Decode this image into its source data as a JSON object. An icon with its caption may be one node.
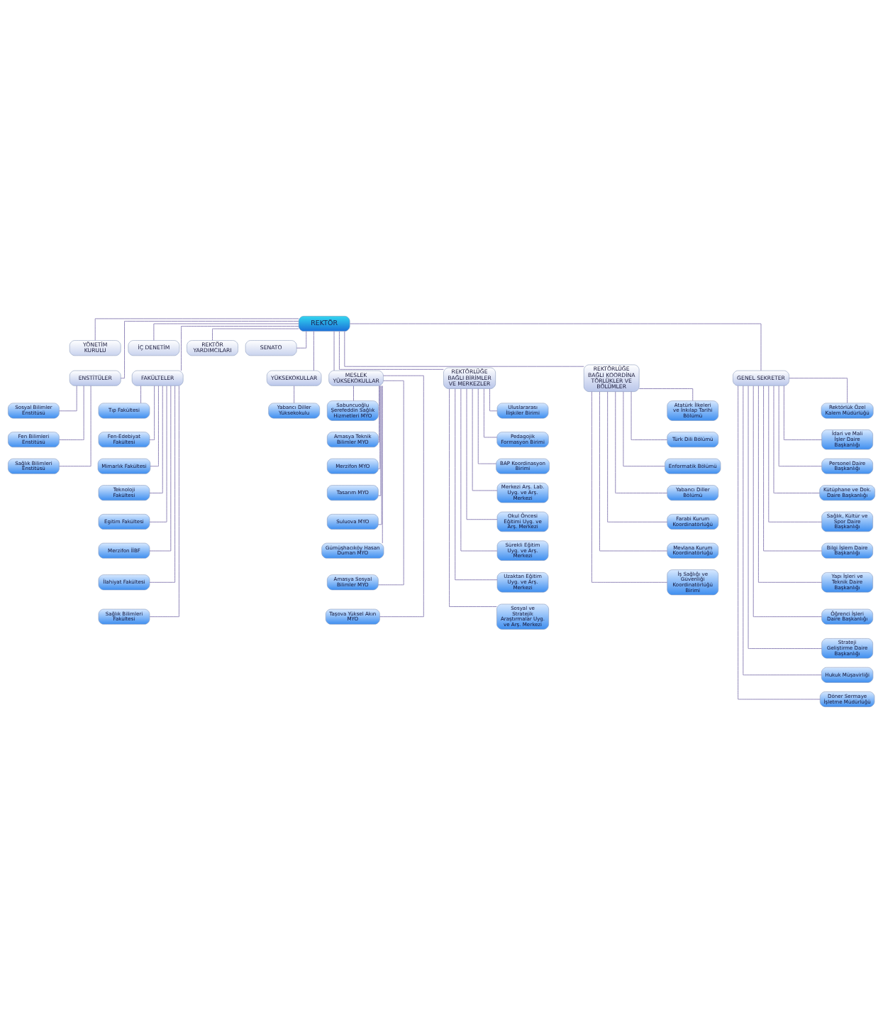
{
  "diagram": {
    "nodes": [
      {
        "text": [
          "REKTÖR"
        ]
      },
      {
        "text": [
          "YÖNETİM KURULU"
        ]
      },
      {
        "text": [
          "İÇ DENETİM"
        ]
      },
      {
        "text": [
          "REKTÖR YARDIMCILARI"
        ]
      },
      {
        "text": [
          "SENATO"
        ]
      },
      {
        "text": [
          "ENSTİTÜLER"
        ]
      },
      {
        "text": [
          "FAKÜLTELER"
        ]
      },
      {
        "text": [
          "YÜKSEKOKULLAR"
        ]
      },
      {
        "text": [
          "MESLEK YÜKSEKOKULLAR"
        ]
      },
      {
        "text": [
          "REKTÖRLÜĞE BAĞLI BİRİMLER VE MERKEZLER"
        ]
      },
      {
        "text": [
          "REKTÖRLÜĞE BAĞLI KOORDİNATÖRLÜKLER VE BÖLÜMLER"
        ]
      },
      {
        "text": [
          "GENEL SEKRETER"
        ]
      },
      {
        "text": [
          "Sosyal Bilimler Enstitüsü"
        ]
      },
      {
        "text": [
          "Fen Bilimleri Enstitüsü"
        ]
      },
      {
        "text": [
          "Sağlık Bilimleri Enstitüsü"
        ]
      },
      {
        "text": [
          "Tıp Fakültesi"
        ]
      },
      {
        "text": [
          "Fen-Edebiyat Fakültesi"
        ]
      },
      {
        "text": [
          "Mimarlık Fakültesi"
        ]
      },
      {
        "text": [
          "Teknoloji Fakültesi"
        ]
      },
      {
        "text": [
          "Egitim Fakültesi"
        ]
      },
      {
        "text": [
          "Merzifon İİBF"
        ]
      },
      {
        "text": [
          "İlahiyat Fakültesi"
        ]
      },
      {
        "text": [
          "Sağlık Bilimleri Fakültesi"
        ]
      },
      {
        "text": [
          "Yabancı Diller Yüksekokulu"
        ]
      },
      {
        "text": [
          "Sabuncuoğlu Şerefeddin Sağlık Hizmetleri MYO"
        ]
      },
      {
        "text": [
          "Amasya Teknik Bilimler MYO"
        ]
      },
      {
        "text": [
          "Merzifon MYO"
        ]
      },
      {
        "text": [
          "Tasarım MYO"
        ]
      },
      {
        "text": [
          "Suluova MYO"
        ]
      },
      {
        "text": [
          "Gümüşhacıköy Hasan Duman MYO"
        ]
      },
      {
        "text": [
          "Amasya Sosyal Bilimler MYO"
        ]
      },
      {
        "text": [
          "Taşova Yüksel Akın MYO"
        ]
      },
      {
        "text": [
          "Uluslararası İlişkiler Birimi"
        ]
      },
      {
        "text": [
          "Pedagojik Formasyon Birimi"
        ]
      },
      {
        "text": [
          "BAP Koordinasyon Birimi"
        ]
      },
      {
        "text": [
          "Merkezi Arş. Lab. Uyg. ve Arş. Merkezi"
        ]
      },
      {
        "text": [
          "Okul Öncesi Eğitimi Uyg. ve Arş. Merkezi"
        ]
      },
      {
        "text": [
          "Sürekli Eğitim Uyg. ve Arş. Merkezi"
        ]
      },
      {
        "text": [
          "Uzaktan Eğitim Uyg. ve Arş. Merkezi"
        ]
      },
      {
        "text": [
          "Sosyal ve Stratejik Araştırmalar Uyg. ve Arş. Merkezi"
        ]
      },
      {
        "text": [
          "Atatürk İlkeleri ve İnkılap Tarihi Bölümü"
        ]
      },
      {
        "text": [
          "Türk Dili Bölümü"
        ]
      },
      {
        "text": [
          "Enformatik Bölümü"
        ]
      },
      {
        "text": [
          "Yabancı Diller Bölümü"
        ]
      },
      {
        "text": [
          "Farabi Kurum Koordinatörlüğü"
        ]
      },
      {
        "text": [
          "Mevlana Kurum Koordinatörlüğü"
        ]
      },
      {
        "text": [
          "İş Sağlığı ve Güvenliği Koordinatörlüğü Birimi"
        ]
      },
      {
        "text": [
          "Rektörlük Özel Kalem Müdürlüğü"
        ]
      },
      {
        "text": [
          "İdari ve Mali İşler Daire Başkanlığı"
        ]
      },
      {
        "text": [
          "Personel Daire Başkanlığı"
        ]
      },
      {
        "text": [
          "Kütüphane ve Dok. Daire Başkanlığı"
        ]
      },
      {
        "text": [
          "Sağlık, Kültür ve Spor Daire Başkanlığı"
        ]
      },
      {
        "text": [
          "Bilgi İşlem Daire Başkanlığı"
        ]
      },
      {
        "text": [
          "Yapı İşleri ve Teknik Daire Başkanlığı"
        ]
      },
      {
        "text": [
          "Öğrenci İşleri Daire Başkanlığı"
        ]
      },
      {
        "text": [
          "Strateji Geliştirme Daire Başkanlığı"
        ]
      },
      {
        "text": [
          "Hukuk Müşavirliği"
        ]
      },
      {
        "text": [
          "Döner Sermaye İşletme Müdürlüğü"
        ]
      }
    ],
    "edges": [
      {
        "from": 0,
        "to": 1,
        "arrow": "none"
      },
      {
        "from": 0,
        "to": 2,
        "arrow": "none"
      },
      {
        "from": 0,
        "to": 3,
        "arrow": "none"
      },
      {
        "from": 0,
        "to": 4,
        "arrow": "none"
      },
      {
        "from": 0,
        "to": 5,
        "arrow": "none"
      },
      {
        "from": 0,
        "to": 6,
        "arrow": "none"
      },
      {
        "from": 0,
        "to": 7,
        "arrow": "none"
      },
      {
        "from": 0,
        "to": 8,
        "arrow": "none"
      },
      {
        "from": 0,
        "to": 9,
        "arrow": "none"
      },
      {
        "from": 0,
        "to": 10,
        "arrow": "none"
      },
      {
        "from": 0,
        "to": 11,
        "arrow": "none"
      },
      {
        "from": 5,
        "to": 12,
        "arrow": "none"
      },
      {
        "from": 5,
        "to": 13,
        "arrow": "none"
      },
      {
        "from": 5,
        "to": 14,
        "arrow": "none"
      },
      {
        "from": 6,
        "to": 15,
        "arrow": "none"
      },
      {
        "from": 6,
        "to": 16,
        "arrow": "none"
      },
      {
        "from": 6,
        "to": 17,
        "arrow": "none"
      },
      {
        "from": 6,
        "to": 18,
        "arrow": "none"
      },
      {
        "from": 6,
        "to": 19,
        "arrow": "none"
      },
      {
        "from": 6,
        "to": 20,
        "arrow": "none"
      },
      {
        "from": 6,
        "to": 21,
        "arrow": "none"
      },
      {
        "from": 6,
        "to": 22,
        "arrow": "none"
      },
      {
        "from": 7,
        "to": 23,
        "arrow": "none"
      },
      {
        "from": 8,
        "to": 24,
        "arrow": "none"
      },
      {
        "from": 8,
        "to": 25,
        "arrow": "none"
      },
      {
        "from": 8,
        "to": 26,
        "arrow": "none"
      },
      {
        "from": 8,
        "to": 27,
        "arrow": "none"
      },
      {
        "from": 8,
        "to": 28,
        "arrow": "none"
      },
      {
        "from": 8,
        "to": 29,
        "arrow": "none"
      },
      {
        "from": 8,
        "to": 30,
        "arrow": "none"
      },
      {
        "from": 8,
        "to": 31,
        "arrow": "none"
      },
      {
        "from": 9,
        "to": 32,
        "arrow": "none"
      },
      {
        "from": 9,
        "to": 33,
        "arrow": "none"
      },
      {
        "from": 9,
        "to": 34,
        "arrow": "none"
      },
      {
        "from": 9,
        "to": 35,
        "arrow": "none"
      },
      {
        "from": 9,
        "to": 36,
        "arrow": "none"
      },
      {
        "from": 9,
        "to": 37,
        "arrow": "none"
      },
      {
        "from": 9,
        "to": 38,
        "arrow": "none"
      },
      {
        "from": 9,
        "to": 39,
        "arrow": "none"
      },
      {
        "from": 10,
        "to": 40,
        "arrow": "none"
      },
      {
        "from": 10,
        "to": 41,
        "arrow": "none"
      },
      {
        "from": 10,
        "to": 42,
        "arrow": "none"
      },
      {
        "from": 10,
        "to": 43,
        "arrow": "none"
      },
      {
        "from": 10,
        "to": 44,
        "arrow": "none"
      },
      {
        "from": 10,
        "to": 45,
        "arrow": "none"
      },
      {
        "from": 10,
        "to": 46,
        "arrow": "none"
      },
      {
        "from": 11,
        "to": 47,
        "arrow": "none"
      },
      {
        "from": 11,
        "to": 48,
        "arrow": "none"
      },
      {
        "from": 11,
        "to": 49,
        "arrow": "none"
      },
      {
        "from": 11,
        "to": 50,
        "arrow": "none"
      },
      {
        "from": 11,
        "to": 51,
        "arrow": "none"
      },
      {
        "from": 11,
        "to": 52,
        "arrow": "none"
      },
      {
        "from": 11,
        "to": 53,
        "arrow": "none"
      },
      {
        "from": 11,
        "to": 54,
        "arrow": "none"
      },
      {
        "from": 11,
        "to": 55,
        "arrow": "none"
      },
      {
        "from": 11,
        "to": 56,
        "arrow": "none"
      },
      {
        "from": 11,
        "to": 57,
        "arrow": "none"
      }
    ]
  }
}
